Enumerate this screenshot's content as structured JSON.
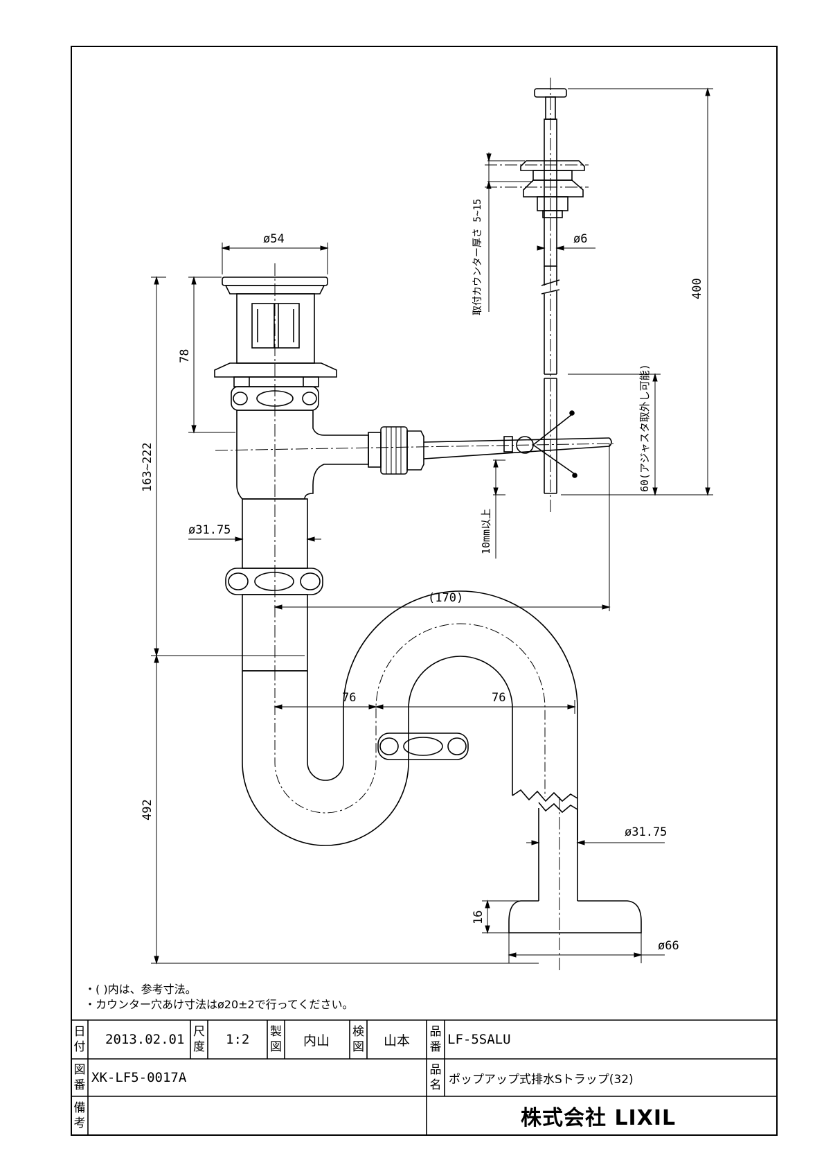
{
  "dimensions": {
    "dia_top": "ø54",
    "dia_rod": "ø6",
    "counter_thickness": "取付カウンター厚さ 5~15",
    "height_total": "400",
    "flange_height": "78",
    "range_163_222": "163~222",
    "dia_pipe_upper": "ø31.75",
    "min_clearance": "10mm以上",
    "adjust_60": "60(アジャスタ取外し可能)",
    "ref_170": "(170)",
    "trap_width_left": "76",
    "trap_width_right": "76",
    "trap_height": "492",
    "dia_pipe_lower": "ø31.75",
    "flange_thickness": "16",
    "dia_flange": "ø66"
  },
  "notes": [
    "・(  )内は、参考寸法。",
    "・カウンター穴あけ寸法はø20±2で行ってください。"
  ],
  "title_block": {
    "date_label": [
      "日",
      "付"
    ],
    "date_value": "2013.02.01",
    "scale_label": [
      "尺",
      "度"
    ],
    "scale_value": "1:2",
    "drawn_label": [
      "製",
      "図"
    ],
    "drawn_value": "内山",
    "checked_label": [
      "検",
      "図"
    ],
    "checked_value": "山本",
    "part_no_label": [
      "品",
      "番"
    ],
    "part_no_value": "LF-5SALU",
    "drawing_no_label": [
      "図",
      "番"
    ],
    "drawing_no_value": "XK-LF5-0017A",
    "product_name_label": [
      "品",
      "名"
    ],
    "product_name_value": "ポップアップ式排水Sトラップ(32)",
    "remarks_label": [
      "備",
      "考"
    ],
    "company": "株式会社 LIXIL"
  }
}
